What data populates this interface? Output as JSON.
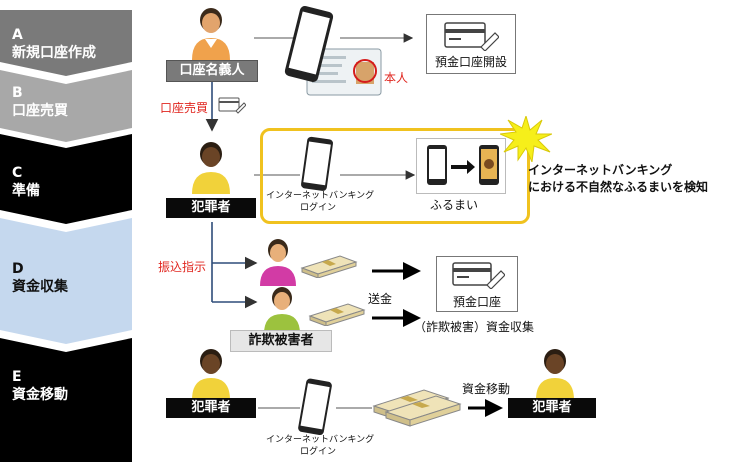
{
  "stages": [
    {
      "letter": "A",
      "label": "新規口座作成"
    },
    {
      "letter": "B",
      "label": "口座売買"
    },
    {
      "letter": "C",
      "label": "準備"
    },
    {
      "letter": "D",
      "label": "資金収集"
    },
    {
      "letter": "E",
      "label": "資金移動"
    }
  ],
  "stage_colors": {
    "A": "#7a7a7a",
    "B": "#9a9a9a",
    "C": "#000000",
    "D": "#c5d8ee",
    "E": "#000000"
  },
  "labels": {
    "account_holder": "口座名義人",
    "honnin": "本人",
    "deposit_open": "預金口座開設",
    "account_sale": "口座売買",
    "criminal": "犯罪者",
    "ib_login_l1": "インターネットバンキング",
    "ib_login_l2": "ログイン",
    "behavior": "ふるまい",
    "detect_l1": "インターネットバンキング",
    "detect_l2": "における不自然なふるまいを検知",
    "transfer_instruction": "振込指示",
    "fraud_victim": "詐欺被害者",
    "sokin": "送金",
    "deposit_account": "預金口座",
    "fraud_collection": "（詐欺被害）資金収集",
    "fund_movement": "資金移動"
  },
  "icons": [
    "person-icon",
    "smartphone-icon",
    "card-icon",
    "id-card-icon",
    "cash-bundle-icon",
    "explosion-icon",
    "arrow-icon"
  ]
}
